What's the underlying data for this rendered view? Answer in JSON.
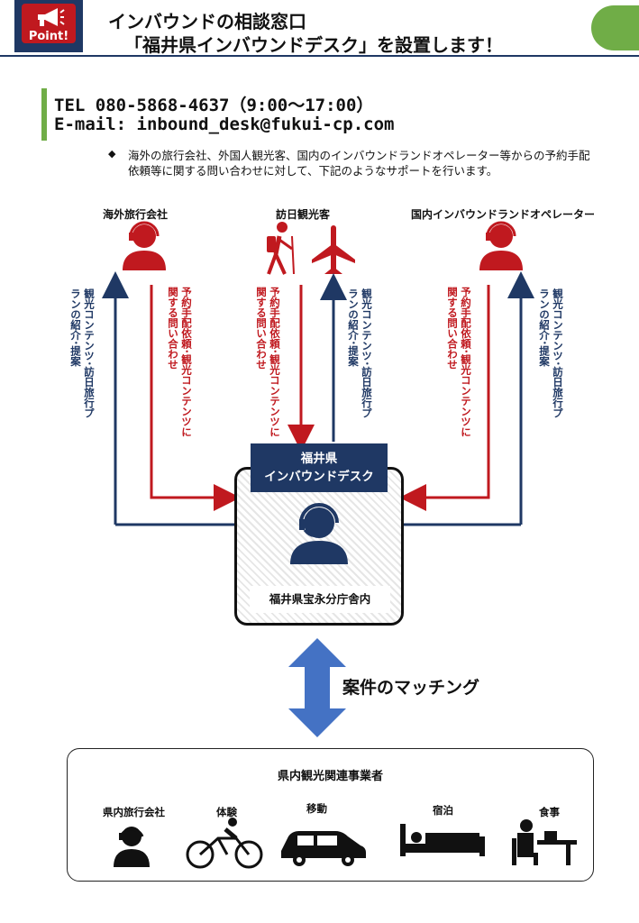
{
  "header": {
    "badge": "Point!",
    "title_line1": "インバウンドの相談窓口",
    "title_line2": "「福井県インバウンドデスク」を設置します！"
  },
  "contact": {
    "tel": "TEL 080-5868-4637（9:00～17:00）",
    "email": "E-mail: inbound_desk@fukui-cp.com"
  },
  "description": {
    "bullet": "◆",
    "text": "海外の旅行会社、外国人観光客、国内のインバウンドランドオペレーター等からの予約手配依頼等に関する問い合わせに対して、下記のようなサポートを行います。"
  },
  "actors": {
    "overseas_agency": "海外旅行会社",
    "tourists": "訪日観光客",
    "land_operator": "国内インバウンドランドオペレーター"
  },
  "flows": {
    "proposal": "観光コンテンツ･訪日旅行プランの紹介･提案",
    "inquiry": "予約手配依頼･観光コンテンツに関する問い合わせ"
  },
  "desk": {
    "title_line1": "福井県",
    "title_line2": "インバウンドデスク",
    "location": "福井県宝永分庁舎内"
  },
  "matching": "案件のマッチング",
  "businesses": {
    "title": "県内観光関連事業者",
    "items": [
      "県内旅行会社",
      "体験",
      "移動",
      "宿泊",
      "食事"
    ]
  },
  "colors": {
    "navy": "#1f3864",
    "red": "#c0191f",
    "green": "#70ad47",
    "arrow_blue": "#4472c4"
  }
}
